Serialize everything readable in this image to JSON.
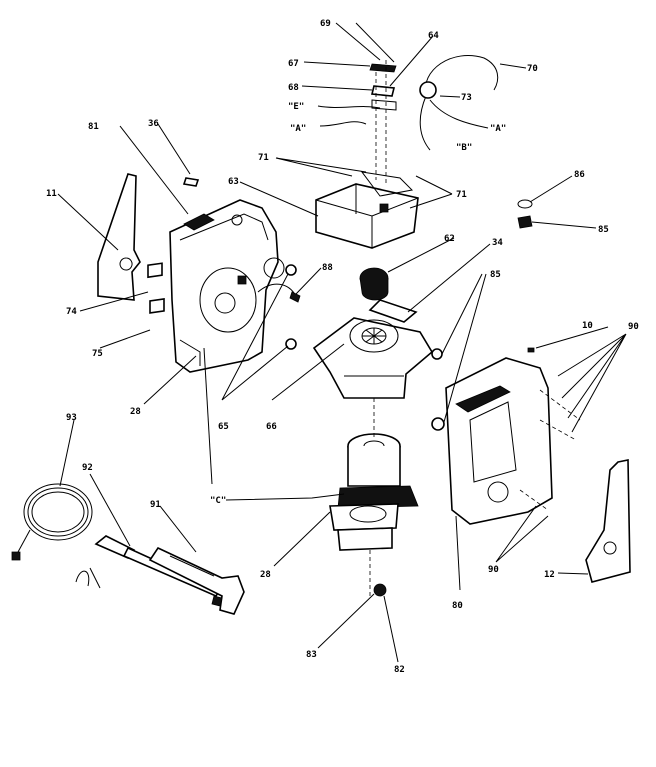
{
  "diagram": {
    "labels": [
      {
        "id": "69",
        "text": "69"
      },
      {
        "id": "64",
        "text": "64"
      },
      {
        "id": "67",
        "text": "67"
      },
      {
        "id": "70",
        "text": "70"
      },
      {
        "id": "68",
        "text": "68"
      },
      {
        "id": "73",
        "text": "73"
      },
      {
        "id": "E",
        "text": "\"E\""
      },
      {
        "id": "A1",
        "text": "\"A\""
      },
      {
        "id": "A2",
        "text": "\"A\""
      },
      {
        "id": "B",
        "text": "\"B\""
      },
      {
        "id": "81",
        "text": "81"
      },
      {
        "id": "36",
        "text": "36"
      },
      {
        "id": "71a",
        "text": "71"
      },
      {
        "id": "71b",
        "text": "71"
      },
      {
        "id": "63",
        "text": "63"
      },
      {
        "id": "86",
        "text": "86"
      },
      {
        "id": "11",
        "text": "11"
      },
      {
        "id": "85a",
        "text": "85"
      },
      {
        "id": "62",
        "text": "62"
      },
      {
        "id": "34",
        "text": "34"
      },
      {
        "id": "88",
        "text": "88"
      },
      {
        "id": "85b",
        "text": "85"
      },
      {
        "id": "74",
        "text": "74"
      },
      {
        "id": "10",
        "text": "10"
      },
      {
        "id": "90a",
        "text": "90"
      },
      {
        "id": "75",
        "text": "75"
      },
      {
        "id": "28a",
        "text": "28"
      },
      {
        "id": "65",
        "text": "65"
      },
      {
        "id": "66",
        "text": "66"
      },
      {
        "id": "93",
        "text": "93"
      },
      {
        "id": "92",
        "text": "92"
      },
      {
        "id": "C",
        "text": "\"C\""
      },
      {
        "id": "91",
        "text": "91"
      },
      {
        "id": "28b",
        "text": "28"
      },
      {
        "id": "90b",
        "text": "90"
      },
      {
        "id": "12",
        "text": "12"
      },
      {
        "id": "80",
        "text": "80"
      },
      {
        "id": "83",
        "text": "83"
      },
      {
        "id": "82",
        "text": "82"
      }
    ]
  }
}
